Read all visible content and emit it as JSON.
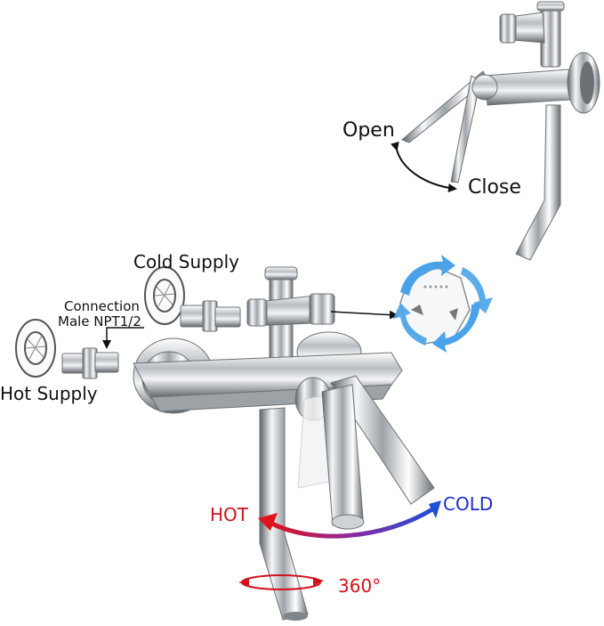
{
  "labels": {
    "open": "Open",
    "close": "Close",
    "cold_supply": "Cold Supply",
    "hot_supply": "Hot Supply",
    "connection_line1": "Connection",
    "connection_line2": "Male NPT1/2",
    "hot": "HOT",
    "cold": "COLD",
    "rotation": "360°"
  },
  "colors": {
    "hot": "#d2121b",
    "cold": "#1c2fc9",
    "rotate_arrows": "#4aa3e8",
    "chrome_dark": "#6f7378",
    "chrome_light": "#e9ecef"
  },
  "icons": [
    "faucet-illustration",
    "lever-handle",
    "diverter-cartridge",
    "nipple-fitting",
    "escutcheon-flange",
    "rotation-arrow"
  ]
}
